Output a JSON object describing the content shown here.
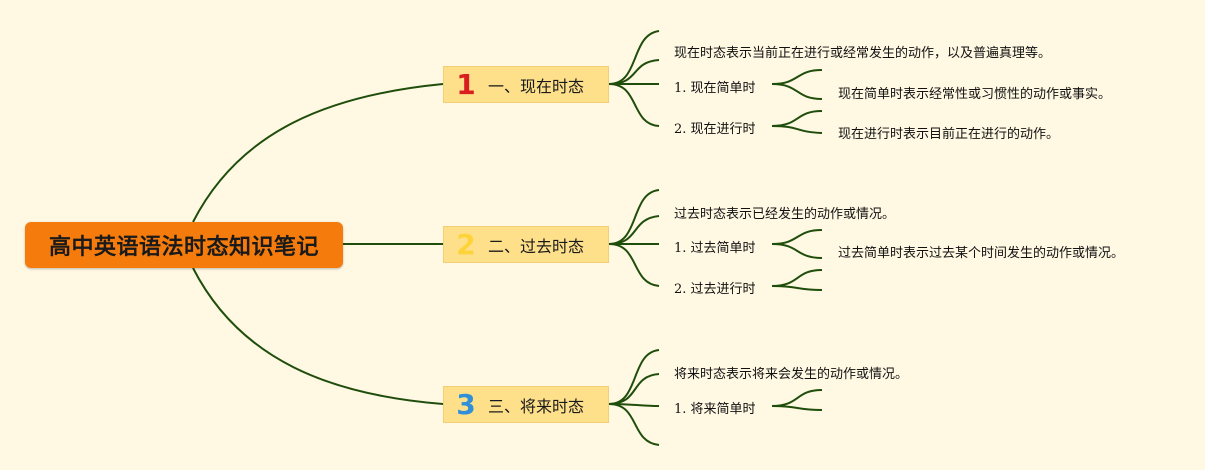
{
  "root": {
    "title": "高中英语语法时态知识笔记"
  },
  "branches": [
    {
      "number": "1",
      "number_color": "#d81e1e",
      "label": "一、现在时态",
      "children": [
        {
          "text": "现在时态表示当前正在进行或经常发生的动作，以及普遍真理等。"
        },
        {
          "text": "1. 现在简单时",
          "detail": "现在简单时表示经常性或习惯性的动作或事实。"
        },
        {
          "text": "2. 现在进行时",
          "detail": "现在进行时表示目前正在进行的动作。"
        }
      ]
    },
    {
      "number": "2",
      "number_color": "#fcd43a",
      "label": "二、过去时态",
      "children": [
        {
          "text": "过去时态表示已经发生的动作或情况。"
        },
        {
          "text": "1. 过去简单时",
          "detail": "过去简单时表示过去某个时间发生的动作或情况。"
        },
        {
          "text": "2. 过去进行时",
          "detail": ""
        }
      ]
    },
    {
      "number": "3",
      "number_color": "#2f8fd8",
      "label": "三、将来时态",
      "children": [
        {
          "text": "将来时态表示将来会发生的动作或情况。"
        },
        {
          "text": "1. 将来简单时",
          "detail": ""
        }
      ]
    }
  ],
  "colors": {
    "background": "#fff8e3",
    "root": "#f57c0c",
    "branch": "#fee08a",
    "line": "#1f4e0c"
  }
}
